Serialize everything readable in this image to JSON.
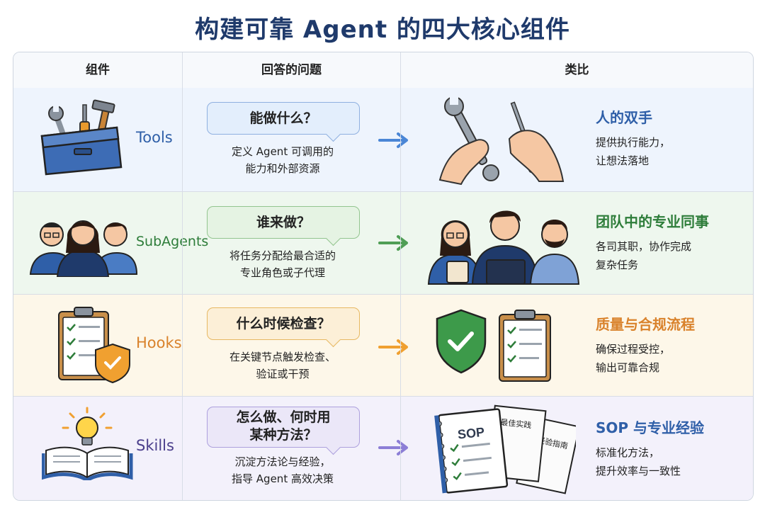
{
  "title": "构建可靠 Agent 的四大核心组件",
  "headers": {
    "component": "组件",
    "question": "回答的问题",
    "analogy": "类比"
  },
  "rows": [
    {
      "component": "Tools",
      "question": "能做什么？",
      "question_desc_1": "定义 Agent 可调用的",
      "question_desc_2": "能力和外部资源",
      "analogy_title": "人的双手",
      "analogy_desc_1": "提供执行能力，",
      "analogy_desc_2": "让想法落地",
      "color": "#2f5fa8",
      "bubble_bg": "#e3eefc",
      "bubble_border": "#8fb0e0",
      "arrow_color": "#4a86d6"
    },
    {
      "component": "SubAgents",
      "question": "谁来做？",
      "question_desc_1": "将任务分配给最合适的",
      "question_desc_2": "专业角色或子代理",
      "analogy_title": "团队中的专业同事",
      "analogy_desc_1": "各司其职，协作完成",
      "analogy_desc_2": "复杂任务",
      "color": "#2e7d3a",
      "bubble_bg": "#e5f3e3",
      "bubble_border": "#93c58f",
      "arrow_color": "#4f9e55"
    },
    {
      "component": "Hooks",
      "question": "什么时候检查？",
      "question_desc_1": "在关键节点触发检查、",
      "question_desc_2": "验证或干预",
      "analogy_title": "质量与合规流程",
      "analogy_desc_1": "确保过程受控，",
      "analogy_desc_2": "输出可靠合规",
      "color": "#d9822b",
      "bubble_bg": "#fcefd7",
      "bubble_border": "#e7b862",
      "arrow_color": "#f0a030"
    },
    {
      "component": "Skills",
      "question_line_1": "怎么做、何时用",
      "question_line_2": "某种方法？",
      "question_desc_1": "沉淀方法论与经验，",
      "question_desc_2": "指导 Agent 高效决策",
      "analogy_title": "SOP 与专业经验",
      "analogy_desc_1": "标准化方法，",
      "analogy_desc_2": "提升效率与一致性",
      "color": "#4b3f8c",
      "bubble_bg": "#ebe7f8",
      "bubble_border": "#ada0dd",
      "arrow_color": "#8c7ed6"
    }
  ],
  "doc_labels": {
    "sop": "SOP",
    "best_practice": "最佳实践",
    "guide": "经验指南"
  }
}
